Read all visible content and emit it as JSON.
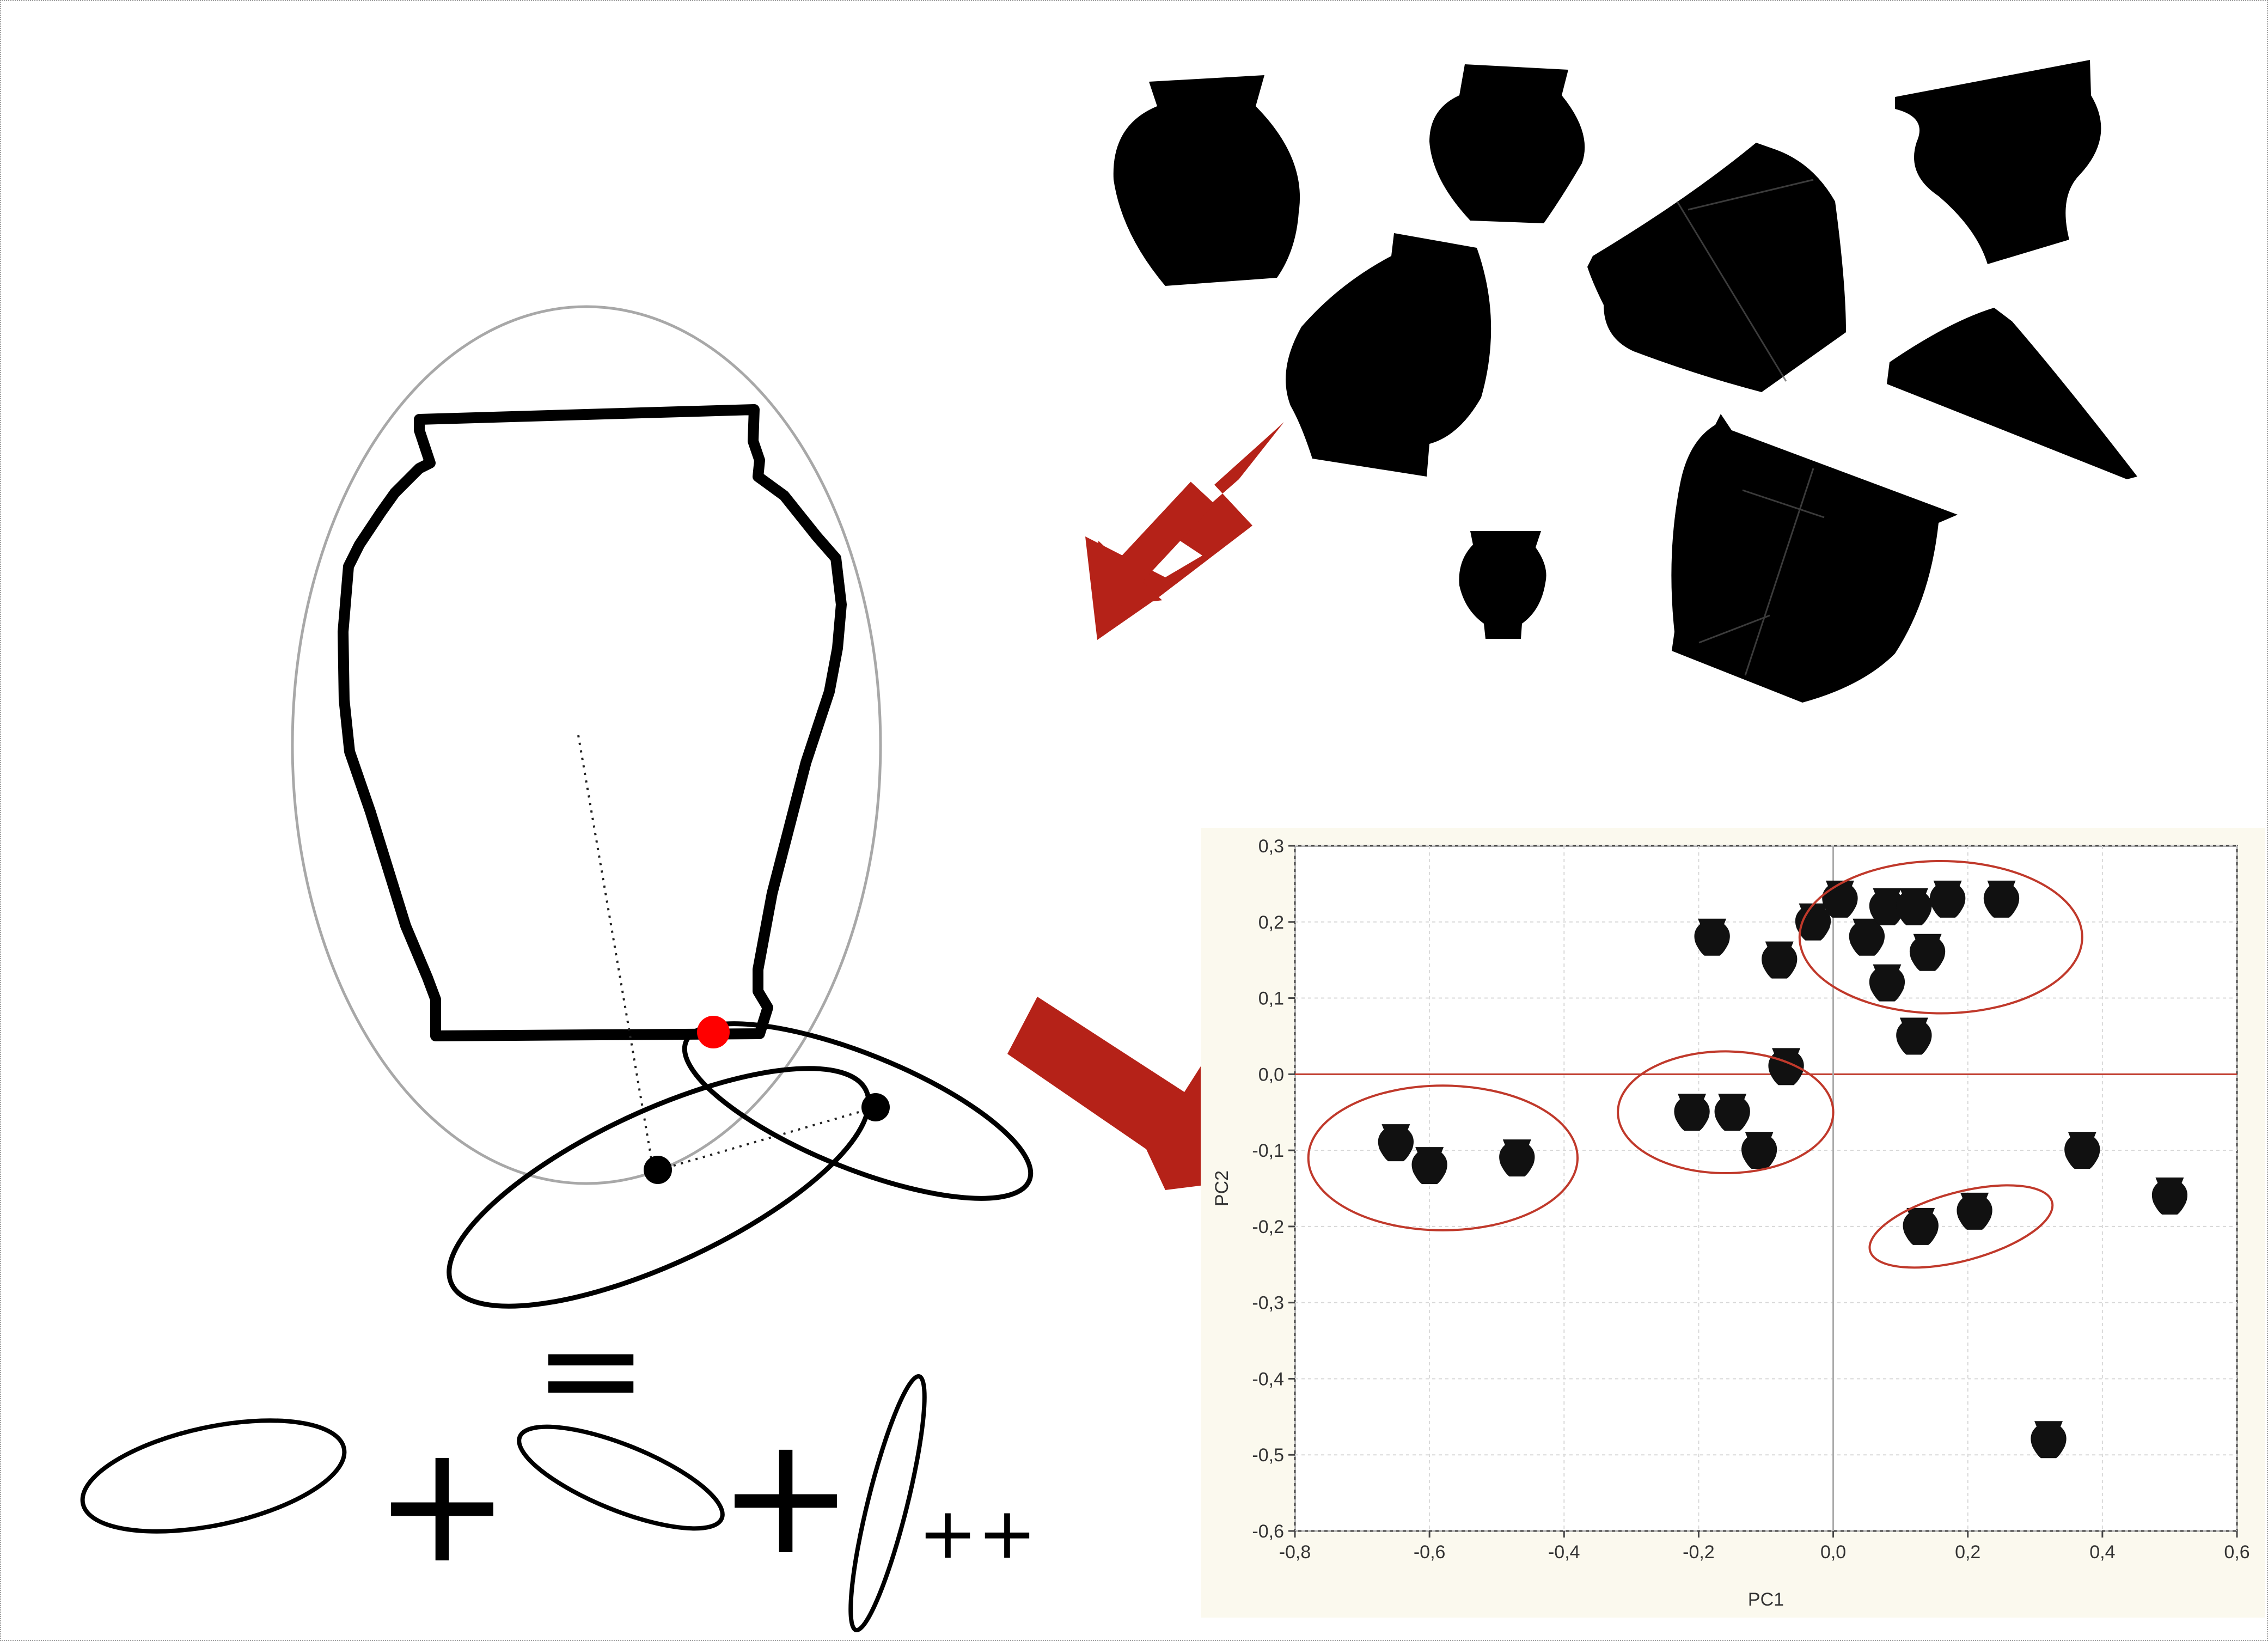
{
  "equation": {
    "equals": "=",
    "plus": "+",
    "more": "++"
  },
  "colors": {
    "arrow": "#b52218",
    "cluster": "#c0392b",
    "dot_red": "#ff0000",
    "plot_bg": "#fbf9ee"
  },
  "chart_data": {
    "type": "scatter",
    "xlabel": "PC1",
    "ylabel": "PC2",
    "xlim": [
      -0.8,
      0.6
    ],
    "ylim": [
      -0.6,
      0.3
    ],
    "xticks": [
      "-0,8",
      "-0,6",
      "-0,4",
      "-0,2",
      "0,0",
      "0,2",
      "0,4",
      "0,6"
    ],
    "yticks": [
      "0,3",
      "0,2",
      "0,1",
      "0,0",
      "-0,1",
      "-0,2",
      "-0,3",
      "-0,4",
      "-0,5",
      "-0,6"
    ],
    "grid": true,
    "markers": "vessel silhouettes",
    "points": [
      {
        "x": -0.65,
        "y": -0.09
      },
      {
        "x": -0.6,
        "y": -0.12
      },
      {
        "x": -0.47,
        "y": -0.11
      },
      {
        "x": -0.21,
        "y": -0.05
      },
      {
        "x": -0.15,
        "y": -0.05
      },
      {
        "x": -0.11,
        "y": -0.1
      },
      {
        "x": -0.07,
        "y": 0.01
      },
      {
        "x": -0.18,
        "y": 0.18
      },
      {
        "x": -0.08,
        "y": 0.15
      },
      {
        "x": -0.03,
        "y": 0.2
      },
      {
        "x": 0.01,
        "y": 0.23
      },
      {
        "x": 0.05,
        "y": 0.18
      },
      {
        "x": 0.08,
        "y": 0.22
      },
      {
        "x": 0.08,
        "y": 0.12
      },
      {
        "x": 0.12,
        "y": 0.22
      },
      {
        "x": 0.14,
        "y": 0.16
      },
      {
        "x": 0.17,
        "y": 0.23
      },
      {
        "x": 0.25,
        "y": 0.23
      },
      {
        "x": 0.12,
        "y": 0.05
      },
      {
        "x": 0.13,
        "y": -0.2
      },
      {
        "x": 0.21,
        "y": -0.18
      },
      {
        "x": 0.37,
        "y": -0.1
      },
      {
        "x": 0.5,
        "y": -0.16
      },
      {
        "x": 0.32,
        "y": -0.48
      }
    ],
    "clusters": [
      {
        "cx": -0.58,
        "cy": -0.11,
        "rx": 0.2,
        "ry": 0.095
      },
      {
        "cx": -0.16,
        "cy": -0.05,
        "rx": 0.16,
        "ry": 0.08
      },
      {
        "cx": 0.16,
        "cy": 0.18,
        "rx": 0.21,
        "ry": 0.1
      },
      {
        "cx": 0.19,
        "cy": -0.2,
        "rx": 0.14,
        "ry": 0.045,
        "rotate": -15
      }
    ]
  }
}
